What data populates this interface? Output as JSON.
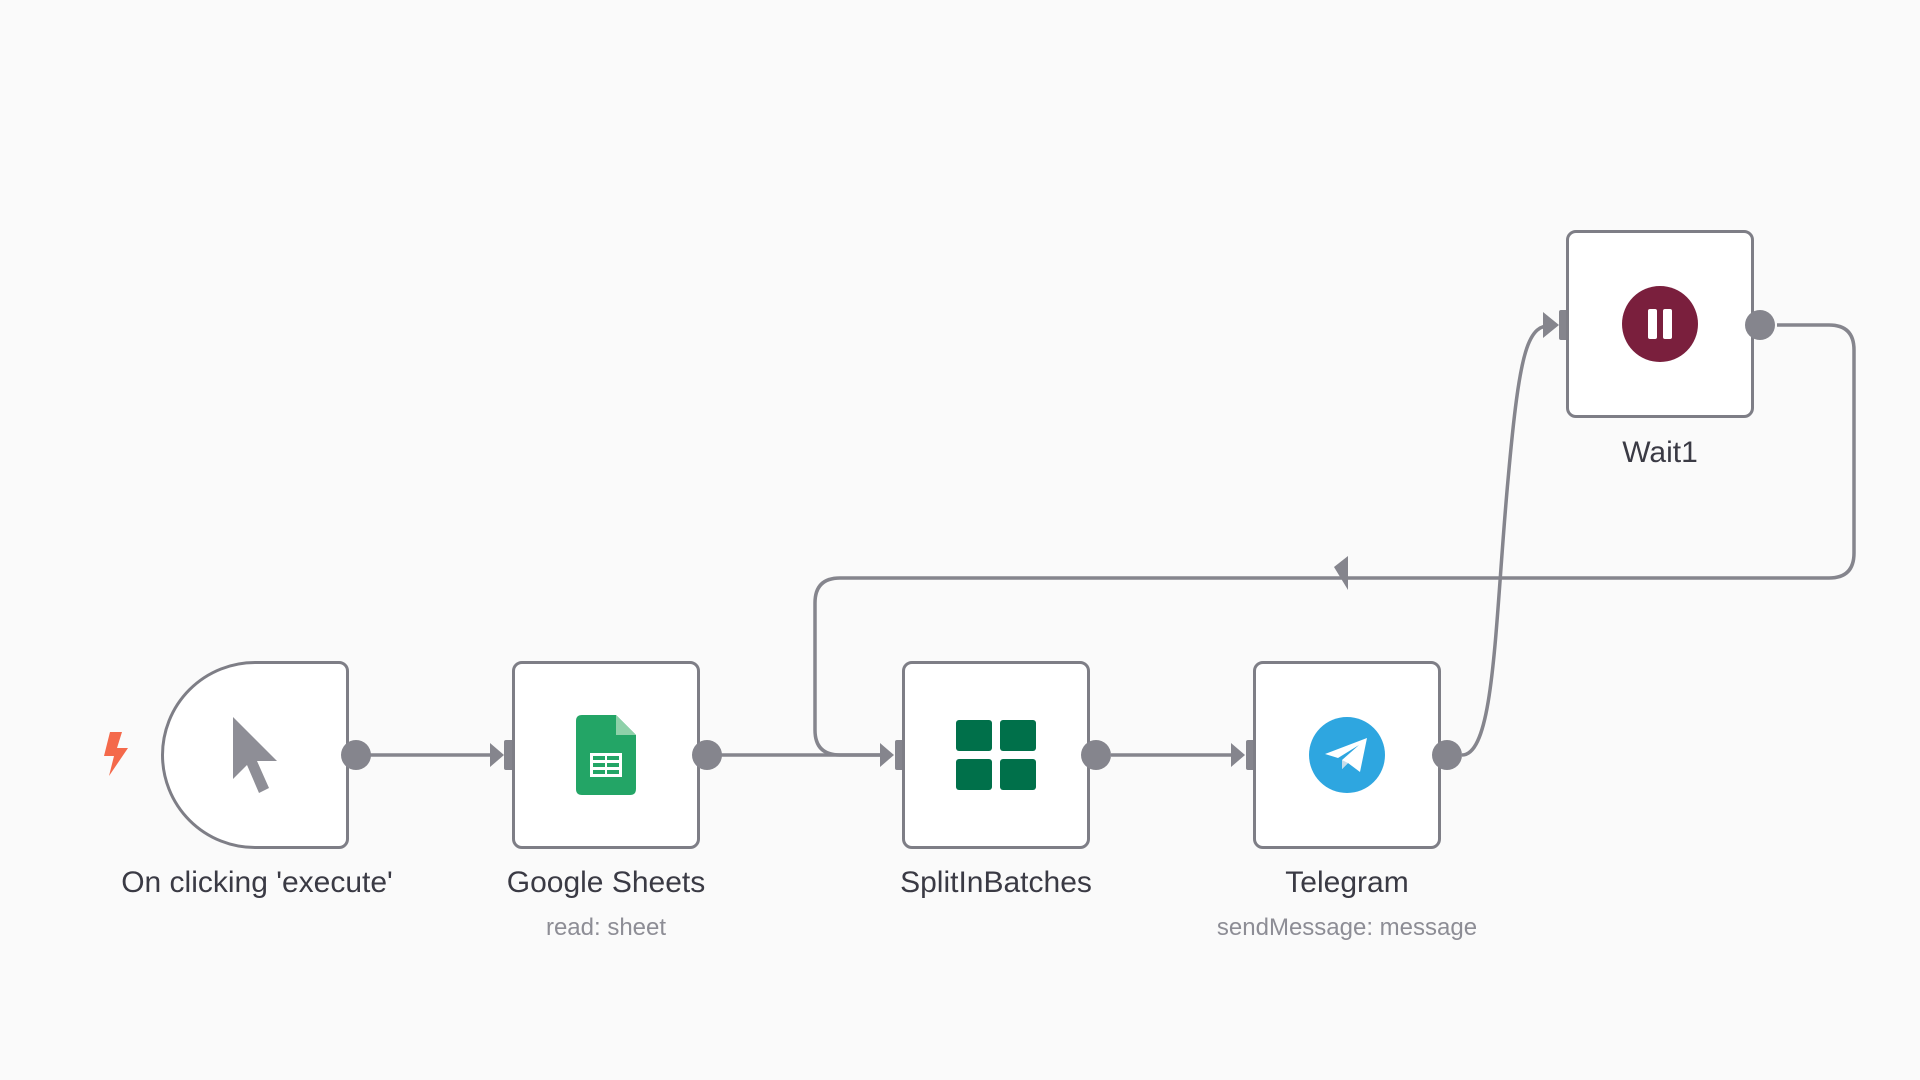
{
  "workflow": {
    "nodes": {
      "trigger": {
        "label": "On clicking 'execute'",
        "icon": "cursor-pointer-icon"
      },
      "sheets": {
        "label": "Google Sheets",
        "subtitle": "read: sheet",
        "icon": "google-sheets-icon"
      },
      "split": {
        "label": "SplitInBatches",
        "icon": "grid-icon"
      },
      "telegram": {
        "label": "Telegram",
        "subtitle": "sendMessage: message",
        "icon": "telegram-icon"
      },
      "wait": {
        "label": "Wait1",
        "icon": "pause-icon"
      }
    },
    "trigger_badge": {
      "icon": "lightning-bolt-icon"
    }
  },
  "colors": {
    "canvas_bg": "#fafafa",
    "node_border": "#7e7e86",
    "edge": "#85858d",
    "trigger_bolt": "#f4694b",
    "sheets_green": "#23a566",
    "split_green": "#00704a",
    "telegram_blue": "#2ea6e0",
    "wait_maroon": "#7a1f3d"
  }
}
